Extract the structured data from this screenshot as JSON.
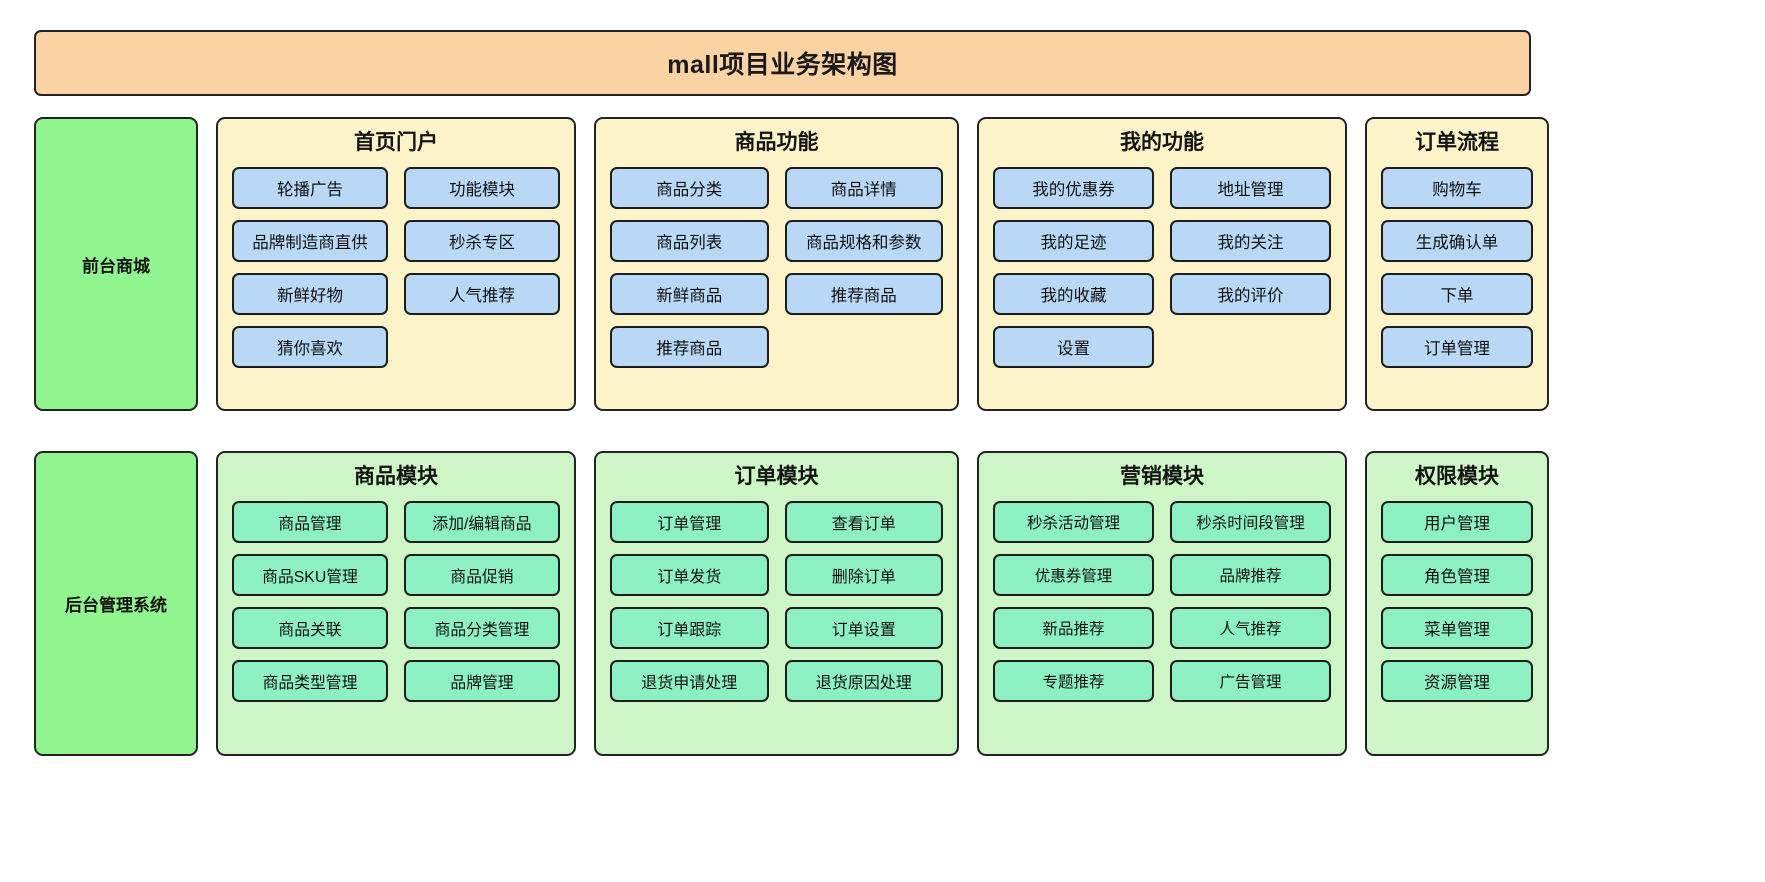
{
  "diagram": {
    "title": "mall项目业务架构图",
    "colors": {
      "title_bg": "#fbd2a4",
      "tier_bg": "#91f58f",
      "frontend_group_bg": "#fcf4c8",
      "frontend_item_bg": "#b9d8f5",
      "backend_group_bg": "#cdf5c6",
      "backend_item_bg": "#8cf0c2",
      "border": "#232323"
    },
    "tiers": [
      {
        "label": "前台商城",
        "groups": [
          {
            "title": "首页门户",
            "items": [
              "轮播广告",
              "功能模块",
              "品牌制造商直供",
              "秒杀专区",
              "新鲜好物",
              "人气推荐",
              "猜你喜欢"
            ]
          },
          {
            "title": "商品功能",
            "items": [
              "商品分类",
              "商品详情",
              "商品列表",
              "商品规格和参数",
              "新鲜商品",
              "推荐商品",
              "推荐商品"
            ]
          },
          {
            "title": "我的功能",
            "items": [
              "我的优惠券",
              "地址管理",
              "我的足迹",
              "我的关注",
              "我的收藏",
              "我的评价",
              "设置"
            ]
          },
          {
            "title": "订单流程",
            "items": [
              "购物车",
              "生成确认单",
              "下单",
              "订单管理"
            ]
          }
        ]
      },
      {
        "label": "后台管理系统",
        "groups": [
          {
            "title": "商品模块",
            "items": [
              "商品管理",
              "添加/编辑商品",
              "商品SKU管理",
              "商品促销",
              "商品关联",
              "商品分类管理",
              "商品类型管理",
              "品牌管理"
            ]
          },
          {
            "title": "订单模块",
            "items": [
              "订单管理",
              "查看订单",
              "订单发货",
              "删除订单",
              "订单跟踪",
              "订单设置",
              "退货申请处理",
              "退货原因处理"
            ]
          },
          {
            "title": "营销模块",
            "items": [
              "秒杀活动管理",
              "秒杀时间段管理",
              "优惠券管理",
              "品牌推荐",
              "新品推荐",
              "人气推荐",
              "专题推荐",
              "广告管理"
            ]
          },
          {
            "title": "权限模块",
            "items": [
              "用户管理",
              "角色管理",
              "菜单管理",
              "资源管理"
            ]
          }
        ]
      }
    ]
  }
}
